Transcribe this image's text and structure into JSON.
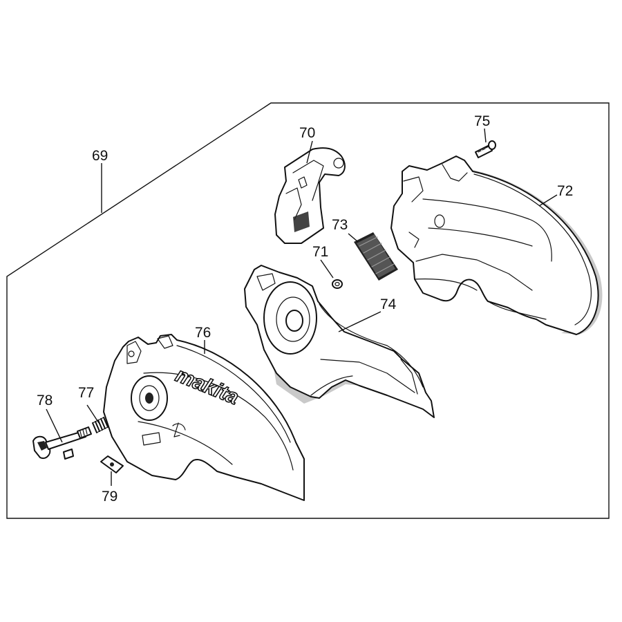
{
  "colors": {
    "ink": "#111111",
    "shade": "#c9c9c9",
    "background": "#ffffff"
  },
  "brand_logo": "makita",
  "callouts": [
    {
      "id": "69",
      "label": "69"
    },
    {
      "id": "70",
      "label": "70"
    },
    {
      "id": "71",
      "label": "71"
    },
    {
      "id": "72",
      "label": "72"
    },
    {
      "id": "73",
      "label": "73"
    },
    {
      "id": "74",
      "label": "74"
    },
    {
      "id": "75",
      "label": "75"
    },
    {
      "id": "76",
      "label": "76"
    },
    {
      "id": "77",
      "label": "77"
    },
    {
      "id": "78",
      "label": "78"
    },
    {
      "id": "79",
      "label": "79"
    }
  ]
}
